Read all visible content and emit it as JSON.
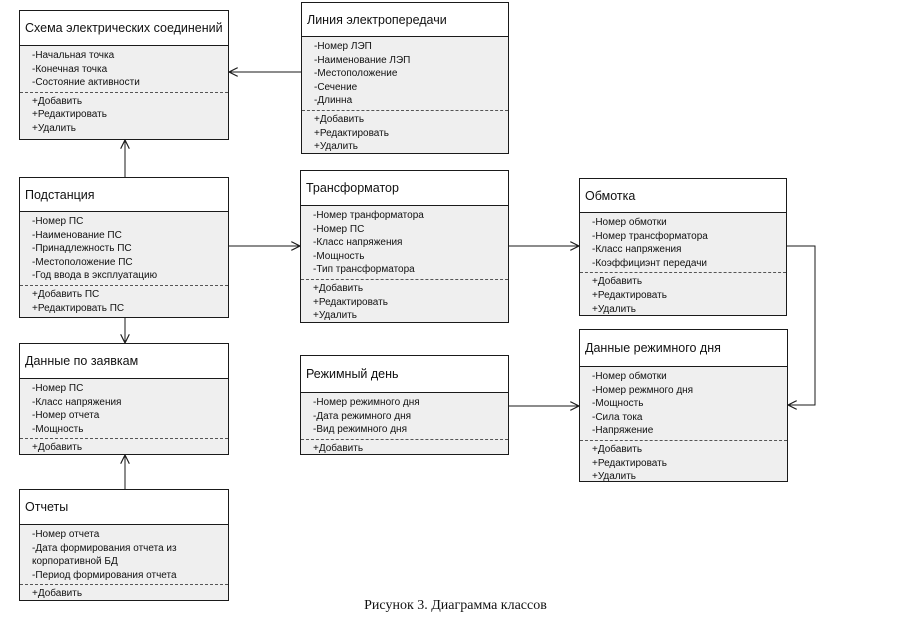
{
  "classes": {
    "scheme": {
      "title": "Схема электрических соединений",
      "attributes": [
        "-Начальная точка",
        "-Конечная точка",
        "-Состояние активности"
      ],
      "operations": [
        "+Добавить",
        "+Редактировать",
        "+Удалить"
      ]
    },
    "line": {
      "title": "Линия электропередачи",
      "attributes": [
        "-Номер ЛЭП",
        "-Наименование ЛЭП",
        "-Местоположение",
        "-Сечение",
        "-Длинна"
      ],
      "operations": [
        "+Добавить",
        "+Редактировать",
        "+Удалить"
      ]
    },
    "substation": {
      "title": "Подстанция",
      "attributes": [
        "-Номер ПС",
        "-Наименование ПС",
        "-Принадлежность ПС",
        "-Местоположение ПС",
        "-Год ввода в эксплуатацию"
      ],
      "operations": [
        "+Добавить ПС",
        "+Редактировать ПС"
      ]
    },
    "transformer": {
      "title": "Трансформатор",
      "attributes": [
        "-Номер транформатора",
        "-Номер ПС",
        "-Класс напряжения",
        "-Мощность",
        "-Тип трансформатора"
      ],
      "operations": [
        "+Добавить",
        "+Редактировать",
        "+Удалить"
      ]
    },
    "winding": {
      "title": "Обмотка",
      "attributes": [
        "-Номер обмотки",
        "-Номер трансформатора",
        "-Класс напряжения",
        "-Коэффициэнт передачи"
      ],
      "operations": [
        "+Добавить",
        "+Редактировать",
        "+Удалить"
      ]
    },
    "requests": {
      "title": "Данные по заявкам",
      "attributes": [
        "-Номер ПС",
        "-Класс напряжения",
        "-Номер отчета",
        "-Мощность"
      ],
      "operations": [
        "+Добавить"
      ]
    },
    "regime_day": {
      "title": "Режимный день",
      "attributes": [
        "-Номер режимного дня",
        "-Дата режимного дня",
        "-Вид режимного дня"
      ],
      "operations": [
        "+Добавить"
      ]
    },
    "regime_data": {
      "title": "Данные режимного дня",
      "attributes": [
        "-Номер обмотки",
        "-Номер режмного дня",
        "-Мощность",
        "-Сила тока",
        "-Напряжение"
      ],
      "operations": [
        "+Добавить",
        "+Редактировать",
        "+Удалить"
      ]
    },
    "reports": {
      "title": "Отчеты",
      "attributes": [
        "-Номер отчета",
        "-Дата формирования отчета из корпоративной БД",
        "-Период формирования отчета"
      ],
      "operations": [
        "+Добавить"
      ]
    }
  },
  "caption": "Рисунок 3. Диаграмма классов"
}
